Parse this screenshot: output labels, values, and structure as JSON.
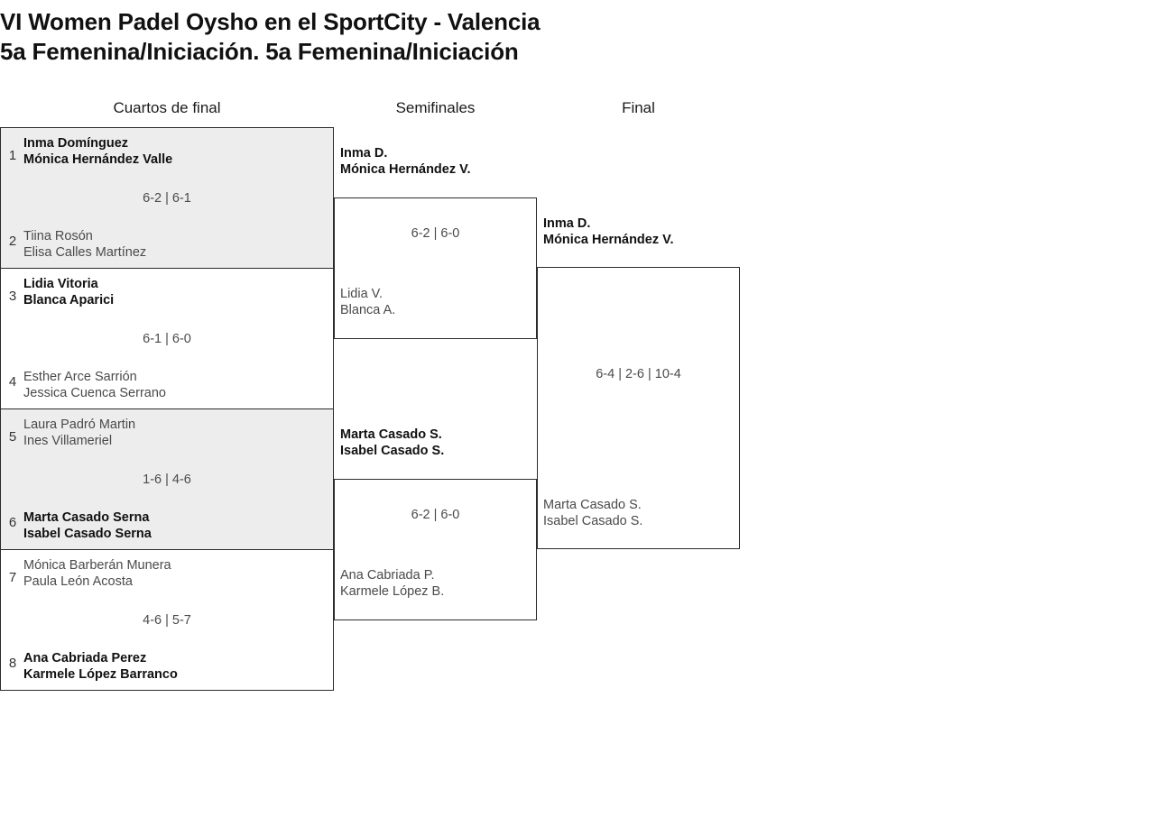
{
  "title": {
    "line1": "VI Women Padel Oysho en el SportCity - Valencia",
    "line2": "5a Femenina/Iniciación. 5a Femenina/Iniciación"
  },
  "rounds": {
    "quarterfinals": "Cuartos de final",
    "semifinals": "Semifinales",
    "final": "Final"
  },
  "quarterfinals": [
    {
      "seed_top": "1",
      "top_player1": "Inma Domínguez",
      "top_player2": "Mónica Hernández Valle",
      "seed_bottom": "2",
      "bottom_player1": "Tiina Rosón",
      "bottom_player2": "Elisa Calles Martínez",
      "score": "6-2 | 6-1",
      "winner": "top"
    },
    {
      "seed_top": "3",
      "top_player1": "Lidia Vitoria",
      "top_player2": "Blanca Aparici",
      "seed_bottom": "4",
      "bottom_player1": "Esther Arce Sarrión",
      "bottom_player2": "Jessica Cuenca Serrano",
      "score": "6-1 | 6-0",
      "winner": "top"
    },
    {
      "seed_top": "5",
      "top_player1": "Laura Padró Martin",
      "top_player2": "Ines Villameriel",
      "seed_bottom": "6",
      "bottom_player1": "Marta Casado Serna",
      "bottom_player2": "Isabel Casado Serna",
      "score": "1-6 | 4-6",
      "winner": "bottom"
    },
    {
      "seed_top": "7",
      "top_player1": "Mónica Barberán Munera",
      "top_player2": "Paula León Acosta",
      "seed_bottom": "8",
      "bottom_player1": "Ana Cabriada Perez",
      "bottom_player2": "Karmele López Barranco",
      "score": "4-6 | 5-7",
      "winner": "bottom"
    }
  ],
  "semifinals": [
    {
      "top_player1": "Inma D.",
      "top_player2": "Mónica Hernández V.",
      "bottom_player1": "Lidia V.",
      "bottom_player2": "Blanca A.",
      "score": "6-2 | 6-0",
      "winner": "top"
    },
    {
      "top_player1": "Marta Casado S.",
      "top_player2": "Isabel Casado S.",
      "bottom_player1": "Ana Cabriada P.",
      "bottom_player2": "Karmele López B.",
      "score": "6-2 | 6-0",
      "winner": "top"
    }
  ],
  "final": {
    "top_player1": "Inma D.",
    "top_player2": "Mónica Hernández V.",
    "bottom_player1": "Marta Casado S.",
    "bottom_player2": "Isabel Casado S.",
    "score": "6-4 | 2-6 | 10-4",
    "winner": "top"
  }
}
